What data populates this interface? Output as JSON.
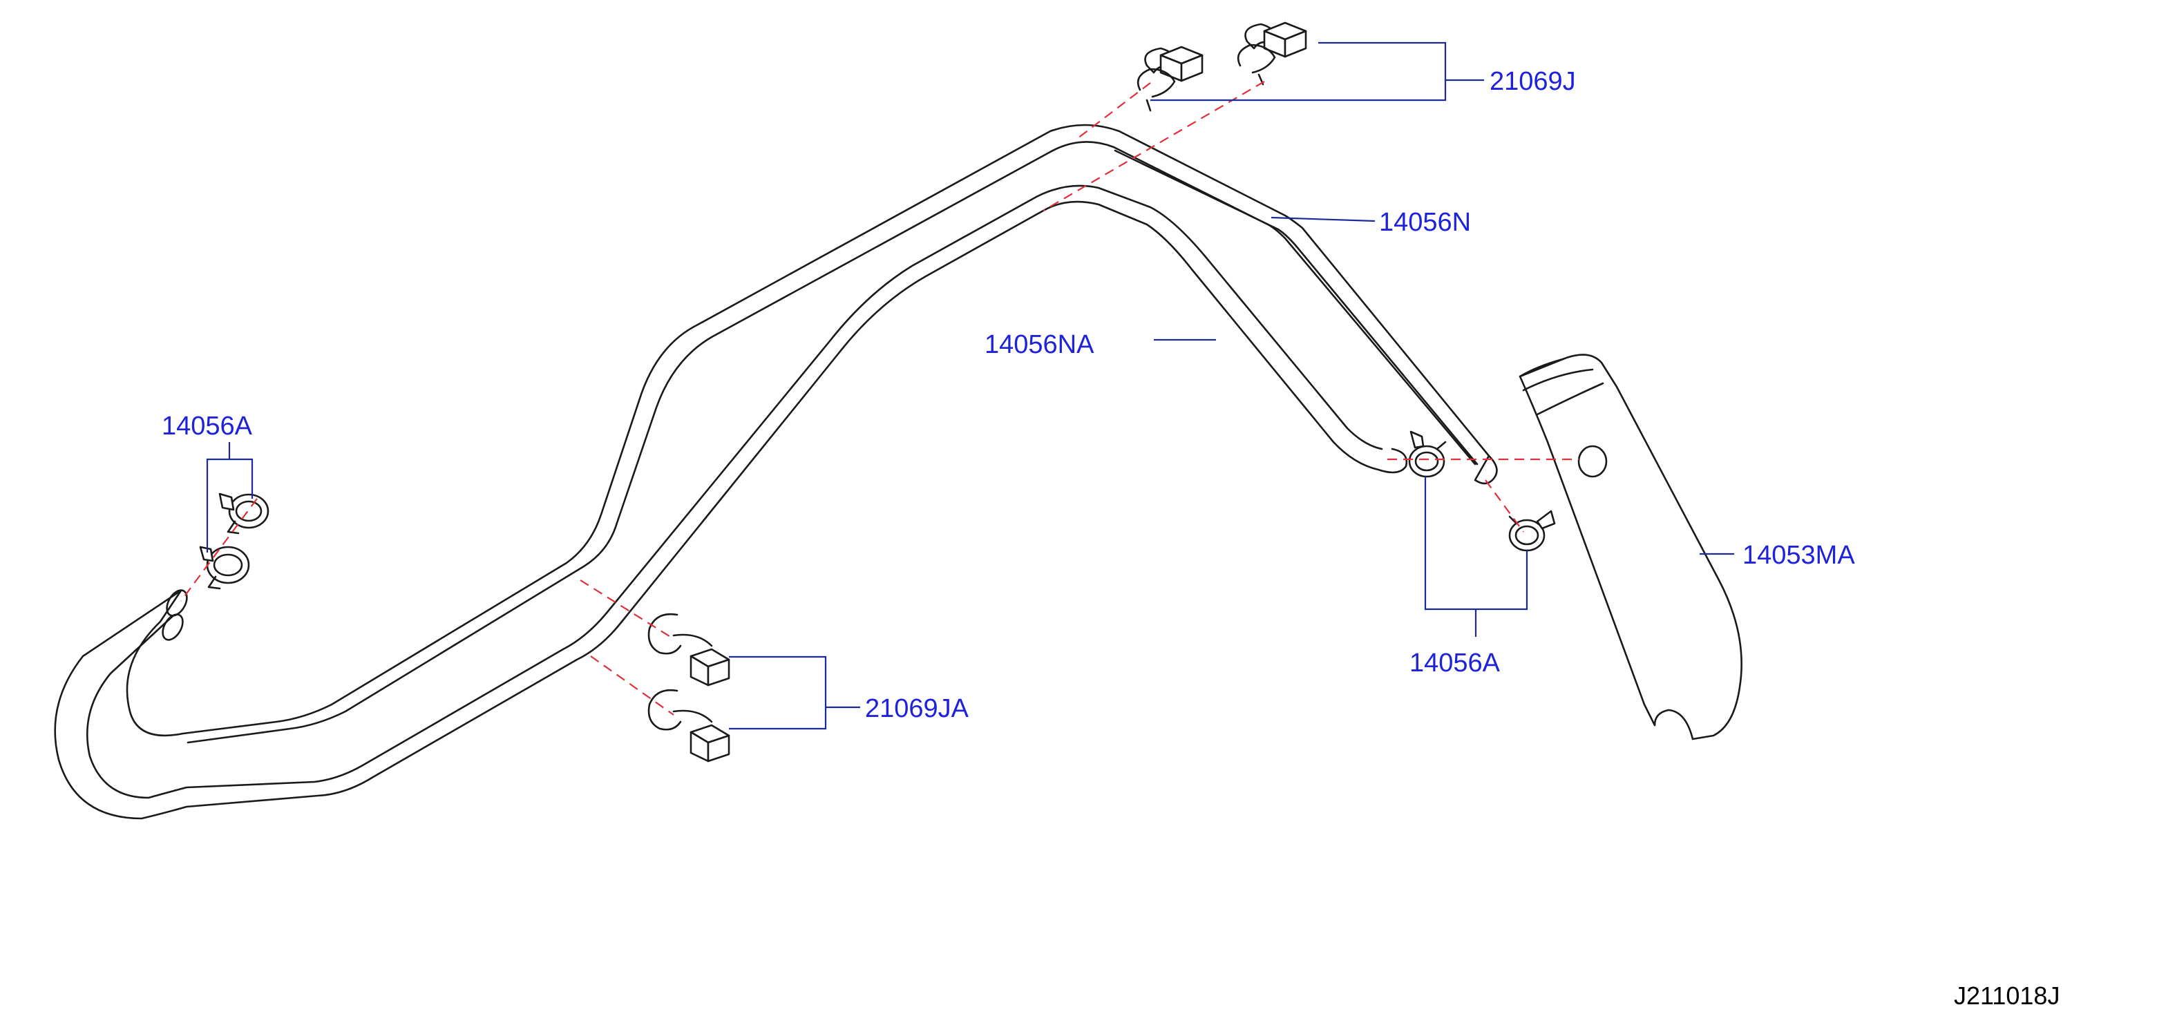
{
  "callouts": {
    "clip_upper": "21069J",
    "hose_upper": "14056N",
    "hose_lower": "14056NA",
    "clamp_left": "14056A",
    "clamp_right": "14056A",
    "tube": "14053MA",
    "clip_lower": "21069JA"
  },
  "drawing_code": "J211018J",
  "colors": {
    "callout_text": "#1e22d8",
    "leader_line": "#1a2a9a",
    "center_line": "#e0303a",
    "part_outline": "#1a1a1a"
  }
}
